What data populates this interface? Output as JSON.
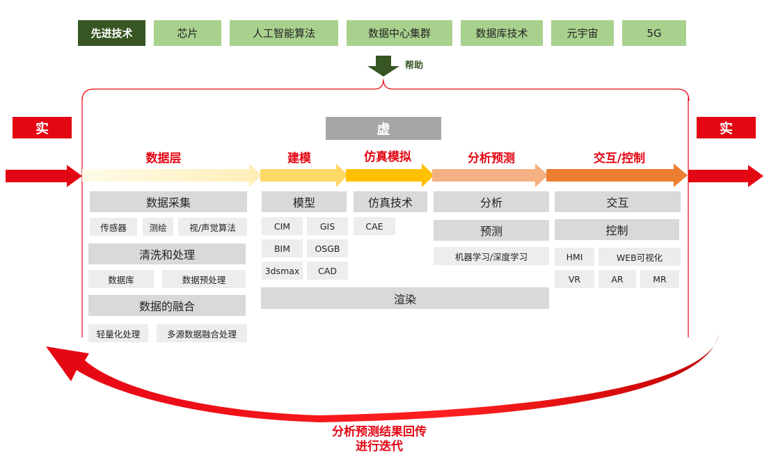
{
  "tech_bar": [
    "先进技术",
    "芯片",
    "人工智能算法",
    "数据中心集群",
    "数据库技术",
    "元宇宙",
    "5G"
  ],
  "help_label": "帮助",
  "virtual_label": "虚",
  "real_left": "实",
  "real_right": "实",
  "stages": [
    "数据层",
    "建模",
    "仿真模拟",
    "分析预测",
    "交互/控制"
  ],
  "data_layer": {
    "collect": "数据采集",
    "collect_items": [
      "传感器",
      "测绘",
      "视/声觉算法"
    ],
    "clean": "清洗和处理",
    "clean_items": [
      "数据库",
      "数据预处理"
    ],
    "fusion": "数据的融合",
    "fusion_items": [
      "轻量化处理",
      "多源数据融合处理"
    ]
  },
  "modeling": {
    "title": "模型",
    "items": [
      "CIM",
      "GIS",
      "BIM",
      "OSGB",
      "3dsmax",
      "CAD"
    ]
  },
  "simulation": {
    "title": "仿真技术",
    "items": [
      "CAE"
    ]
  },
  "analysis": {
    "analysis": "分析",
    "predict": "预测",
    "ml": "机器学习/深度学习"
  },
  "interaction": {
    "interact": "交互",
    "control": "控制",
    "items": [
      "HMI",
      "WEB可视化",
      "VR",
      "AR",
      "MR"
    ]
  },
  "render": "渲染",
  "feedback": [
    "分析预测结果回传",
    "进行迭代"
  ],
  "colors": {
    "dark_green": "#375623",
    "light_green": "#a9d18e",
    "red": "#e30613",
    "gray_dark": "#a6a6a6",
    "arrow_data": "#fff2cc",
    "arrow_model": "#ffd966",
    "arrow_sim": "#ffc000",
    "arrow_analysis": "#f4b183",
    "arrow_interact": "#ed7d31"
  }
}
